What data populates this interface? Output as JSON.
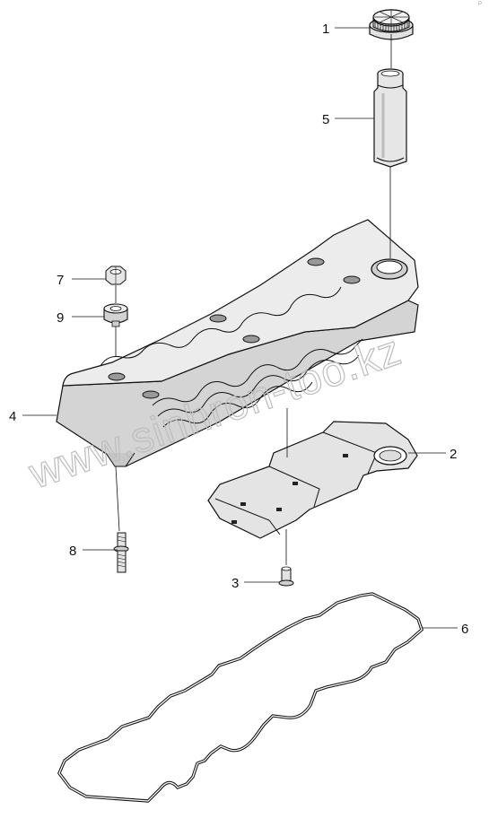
{
  "diagram": {
    "callouts": {
      "p1": "1",
      "p2": "2",
      "p3": "3",
      "p4": "4",
      "p5": "5",
      "p6": "6",
      "p7": "7",
      "p8": "8",
      "p9": "9"
    },
    "watermark": "www.sinhron-too.kz",
    "corner_mark": "P"
  }
}
